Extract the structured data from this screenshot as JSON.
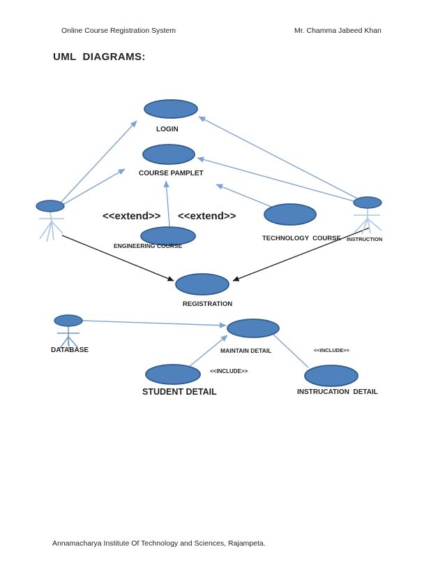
{
  "page": {
    "header": {
      "left": "Online Course Registration System",
      "right": "Mr. Chamma Jabeed Khan"
    },
    "heading": "UML  DIAGRAMS:",
    "footer": "Annamacharya Institute Of Technology and Sciences, Rajampeta."
  },
  "diagram": {
    "type": "uml-use-case",
    "colors": {
      "ellipse_fill": "#4f81bd",
      "ellipse_stroke": "#30598f",
      "connector_blue": "#7da2d3",
      "actor_limb_light": "#a9c5e5",
      "actor_limb_dark": "#6f94c4",
      "connector_black": "#1a1a1a"
    },
    "labels": {
      "login": "LOGIN",
      "course_pamplet": "COURSE PAMPLET",
      "extend_left": "<<extend>>",
      "extend_right": "<<extend>>",
      "engineering_course": "ENGINEERING COURSE",
      "technology_course": "TECHNOLOGY  COURSE",
      "instruction": "INSTRUCTION",
      "registration": "REGISTRATION",
      "database": "DATABASE",
      "maintain_detail": "MAINTAIN DETAIL",
      "include_right": "<<INCLUDE>>",
      "include_left": "<<INCLUDE>>",
      "student_detail": "STUDENT DETAIL",
      "instrucation_detail": "INSTRUCATION  DETAIL"
    },
    "use_cases": [
      "LOGIN",
      "COURSE PAMPLET",
      "ENGINEERING COURSE",
      "TECHNOLOGY  COURSE",
      "REGISTRATION",
      "MAINTAIN DETAIL",
      "STUDENT DETAIL",
      "INSTRUCATION  DETAIL"
    ],
    "actors": [
      {
        "id": "actor-left",
        "label": ""
      },
      {
        "id": "actor-instruction",
        "label": "INSTRUCTION"
      },
      {
        "id": "actor-database",
        "label": "DATABASE"
      }
    ],
    "connections": [
      {
        "from": "actor-left",
        "to": "LOGIN",
        "style": "blue-arrow"
      },
      {
        "from": "actor-left",
        "to": "COURSE PAMPLET",
        "style": "blue-arrow"
      },
      {
        "from": "actor-instruction",
        "to": "LOGIN",
        "style": "blue-arrow"
      },
      {
        "from": "actor-instruction",
        "to": "COURSE PAMPLET",
        "style": "blue-arrow"
      },
      {
        "from": "ENGINEERING COURSE",
        "to": "COURSE PAMPLET",
        "style": "blue-arrow",
        "stereotype": "<<extend>>"
      },
      {
        "from": "TECHNOLOGY  COURSE",
        "to": "COURSE PAMPLET",
        "style": "blue-arrow",
        "stereotype": "<<extend>>"
      },
      {
        "from": "actor-left",
        "to": "REGISTRATION",
        "style": "black-arrow"
      },
      {
        "from": "actor-instruction",
        "to": "REGISTRATION",
        "style": "black-arrow"
      },
      {
        "from": "actor-database",
        "to": "MAINTAIN DETAIL",
        "style": "blue-arrow"
      },
      {
        "from": "STUDENT DETAIL",
        "to": "MAINTAIN DETAIL",
        "style": "blue-arrow",
        "stereotype": "<<INCLUDE>>"
      },
      {
        "from": "MAINTAIN DETAIL",
        "to": "INSTRUCATION  DETAIL",
        "style": "blue-line",
        "stereotype": "<<INCLUDE>>"
      }
    ]
  }
}
